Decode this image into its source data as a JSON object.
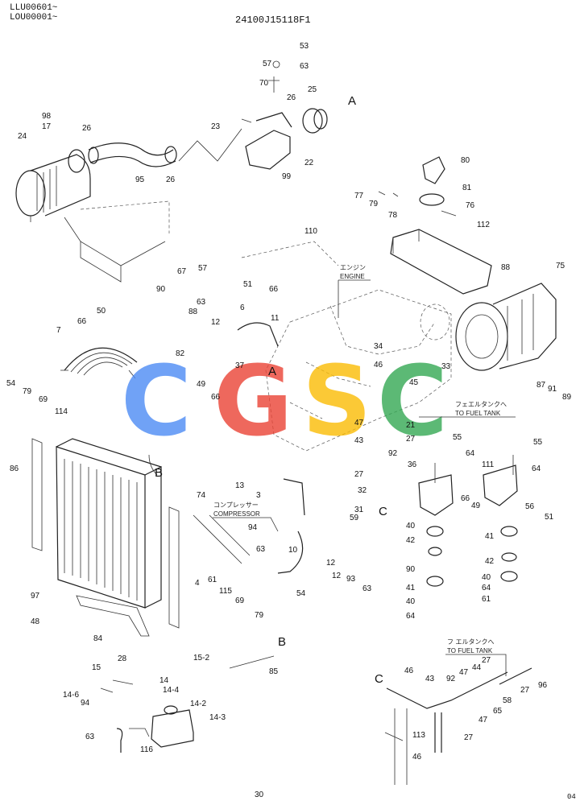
{
  "header": {
    "serial_1": "LLU00601~",
    "serial_2": "LOU00001~",
    "drawing_number": "24100J15118F1",
    "page_ref": "04"
  },
  "watermark": {
    "letters": [
      "C",
      "G",
      "S",
      "C"
    ],
    "colors": [
      "#4d8cf5",
      "#ea4335",
      "#fbbc05",
      "#34a853"
    ]
  },
  "annotations": [
    {
      "jp": "エンジン",
      "en": "ENGINE"
    },
    {
      "jp": "フェエルタンクへ",
      "en": "TO FUEL TANK"
    },
    {
      "jp": "コンプレッサー",
      "en": "COMPRESSOR"
    },
    {
      "jp": "フ エルタンクへ",
      "en": "TO FUEL TANK"
    }
  ],
  "connectors": [
    "A",
    "A",
    "B",
    "B",
    "C",
    "C"
  ],
  "callouts": [
    "53",
    "57",
    "63",
    "70",
    "25",
    "26",
    "23",
    "22",
    "99",
    "98",
    "17",
    "24",
    "26",
    "95",
    "26",
    "80",
    "77",
    "79",
    "78",
    "81",
    "76",
    "112",
    "67",
    "57",
    "110",
    "51",
    "66",
    "90",
    "63",
    "88",
    "88",
    "75",
    "50",
    "66",
    "7",
    "6",
    "12",
    "11",
    "82",
    "37",
    "49",
    "66",
    "34",
    "46",
    "45",
    "33",
    "87",
    "91",
    "89",
    "54",
    "79",
    "69",
    "114",
    "47",
    "21",
    "43",
    "27",
    "92",
    "55",
    "64",
    "55",
    "64",
    "86",
    "74",
    "13",
    "3",
    "27",
    "32",
    "31",
    "36",
    "111",
    "40",
    "66",
    "49",
    "56",
    "51",
    "42",
    "41",
    "97",
    "48",
    "94",
    "10",
    "59",
    "63",
    "12",
    "12",
    "93",
    "63",
    "90",
    "42",
    "41",
    "40",
    "40",
    "64",
    "64",
    "61",
    "61",
    "115",
    "69",
    "79",
    "54",
    "4",
    "84",
    "85",
    "28",
    "15",
    "15-2",
    "14",
    "14-4",
    "14-2",
    "14-3",
    "14-6",
    "94",
    "63",
    "116",
    "46",
    "43",
    "47",
    "44",
    "27",
    "92",
    "47",
    "65",
    "58",
    "27",
    "96",
    "27",
    "113",
    "46",
    "30"
  ]
}
